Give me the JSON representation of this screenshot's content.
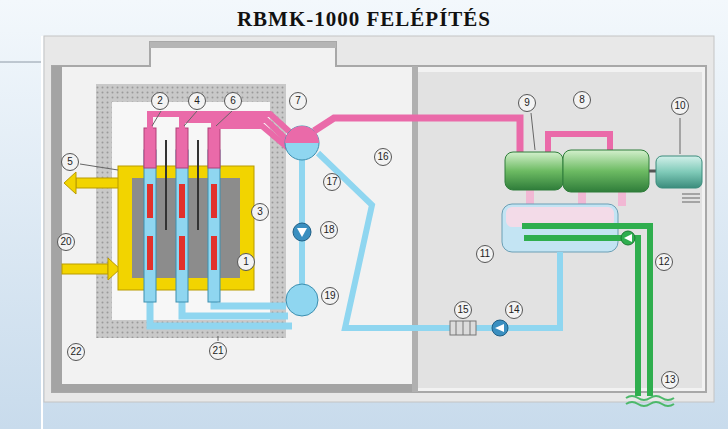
{
  "diagram": {
    "title": "RBMK-1000 FELÉPÍTÉS",
    "labels": [
      "1",
      "2",
      "3",
      "4",
      "5",
      "6",
      "7",
      "8",
      "9",
      "10",
      "11",
      "12",
      "13",
      "14",
      "15",
      "16",
      "17",
      "18",
      "19",
      "20",
      "21",
      "22"
    ]
  }
}
